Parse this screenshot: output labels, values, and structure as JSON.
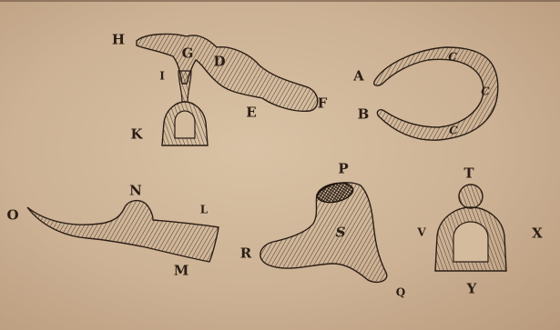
{
  "labels": {
    "H": "H",
    "G": "G",
    "D": "D",
    "I": "I",
    "K": "K",
    "E": "E",
    "F": "F",
    "A": "A",
    "B": "B",
    "C1": "C",
    "C2": "C",
    "C3": "C",
    "N": "N",
    "L": "L",
    "O": "O",
    "M": "M",
    "P": "P",
    "S": "S",
    "R": "R",
    "Q": "Q",
    "T": "T",
    "V": "V",
    "X": "X",
    "Y": "Y"
  },
  "colors": {
    "paper": "#cdb295",
    "ink": "#2a1d14"
  }
}
